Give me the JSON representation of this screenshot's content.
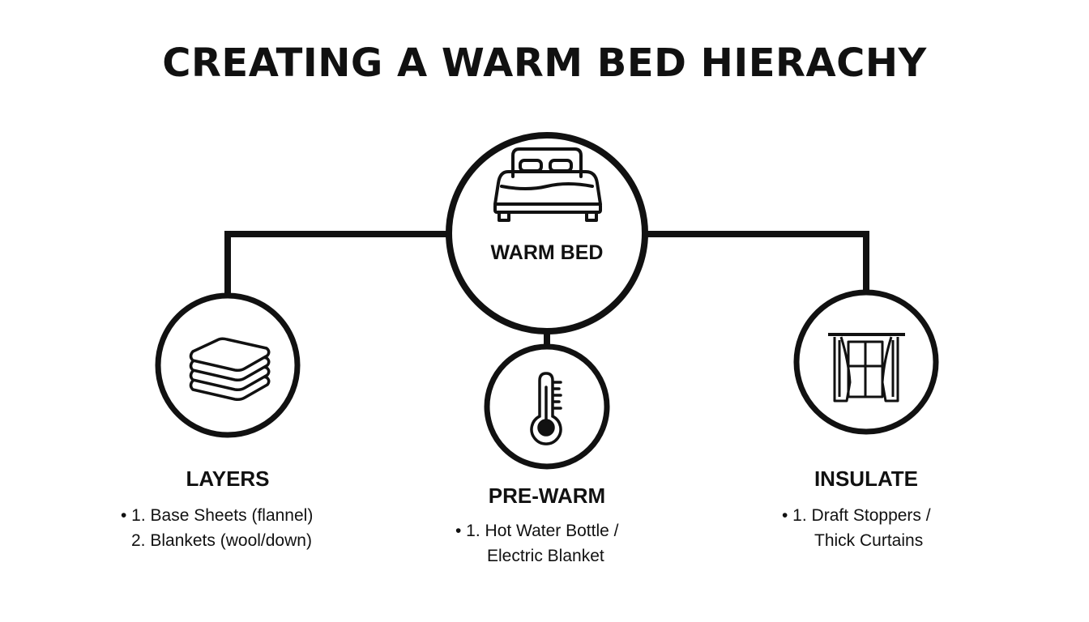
{
  "title": "CREATING A WARM BED HIERACHY",
  "center": {
    "label": "WARM BED",
    "icon": "bed-icon"
  },
  "branches": [
    {
      "heading": "LAYERS",
      "icon": "folded-blankets-icon",
      "lines": [
        "• 1. Base Sheets (flannel)",
        "2. Blankets (wool/down)"
      ]
    },
    {
      "heading": "PRE-WARM",
      "icon": "thermometer-icon",
      "lines": [
        "• 1. Hot Water Bottle /",
        "Electric Blanket"
      ]
    },
    {
      "heading": "INSULATE",
      "icon": "curtains-icon",
      "lines": [
        "• 1. Draft Stoppers /",
        "Thick Curtains"
      ]
    }
  ],
  "colors": {
    "stroke": "#111111",
    "background": "#ffffff"
  }
}
